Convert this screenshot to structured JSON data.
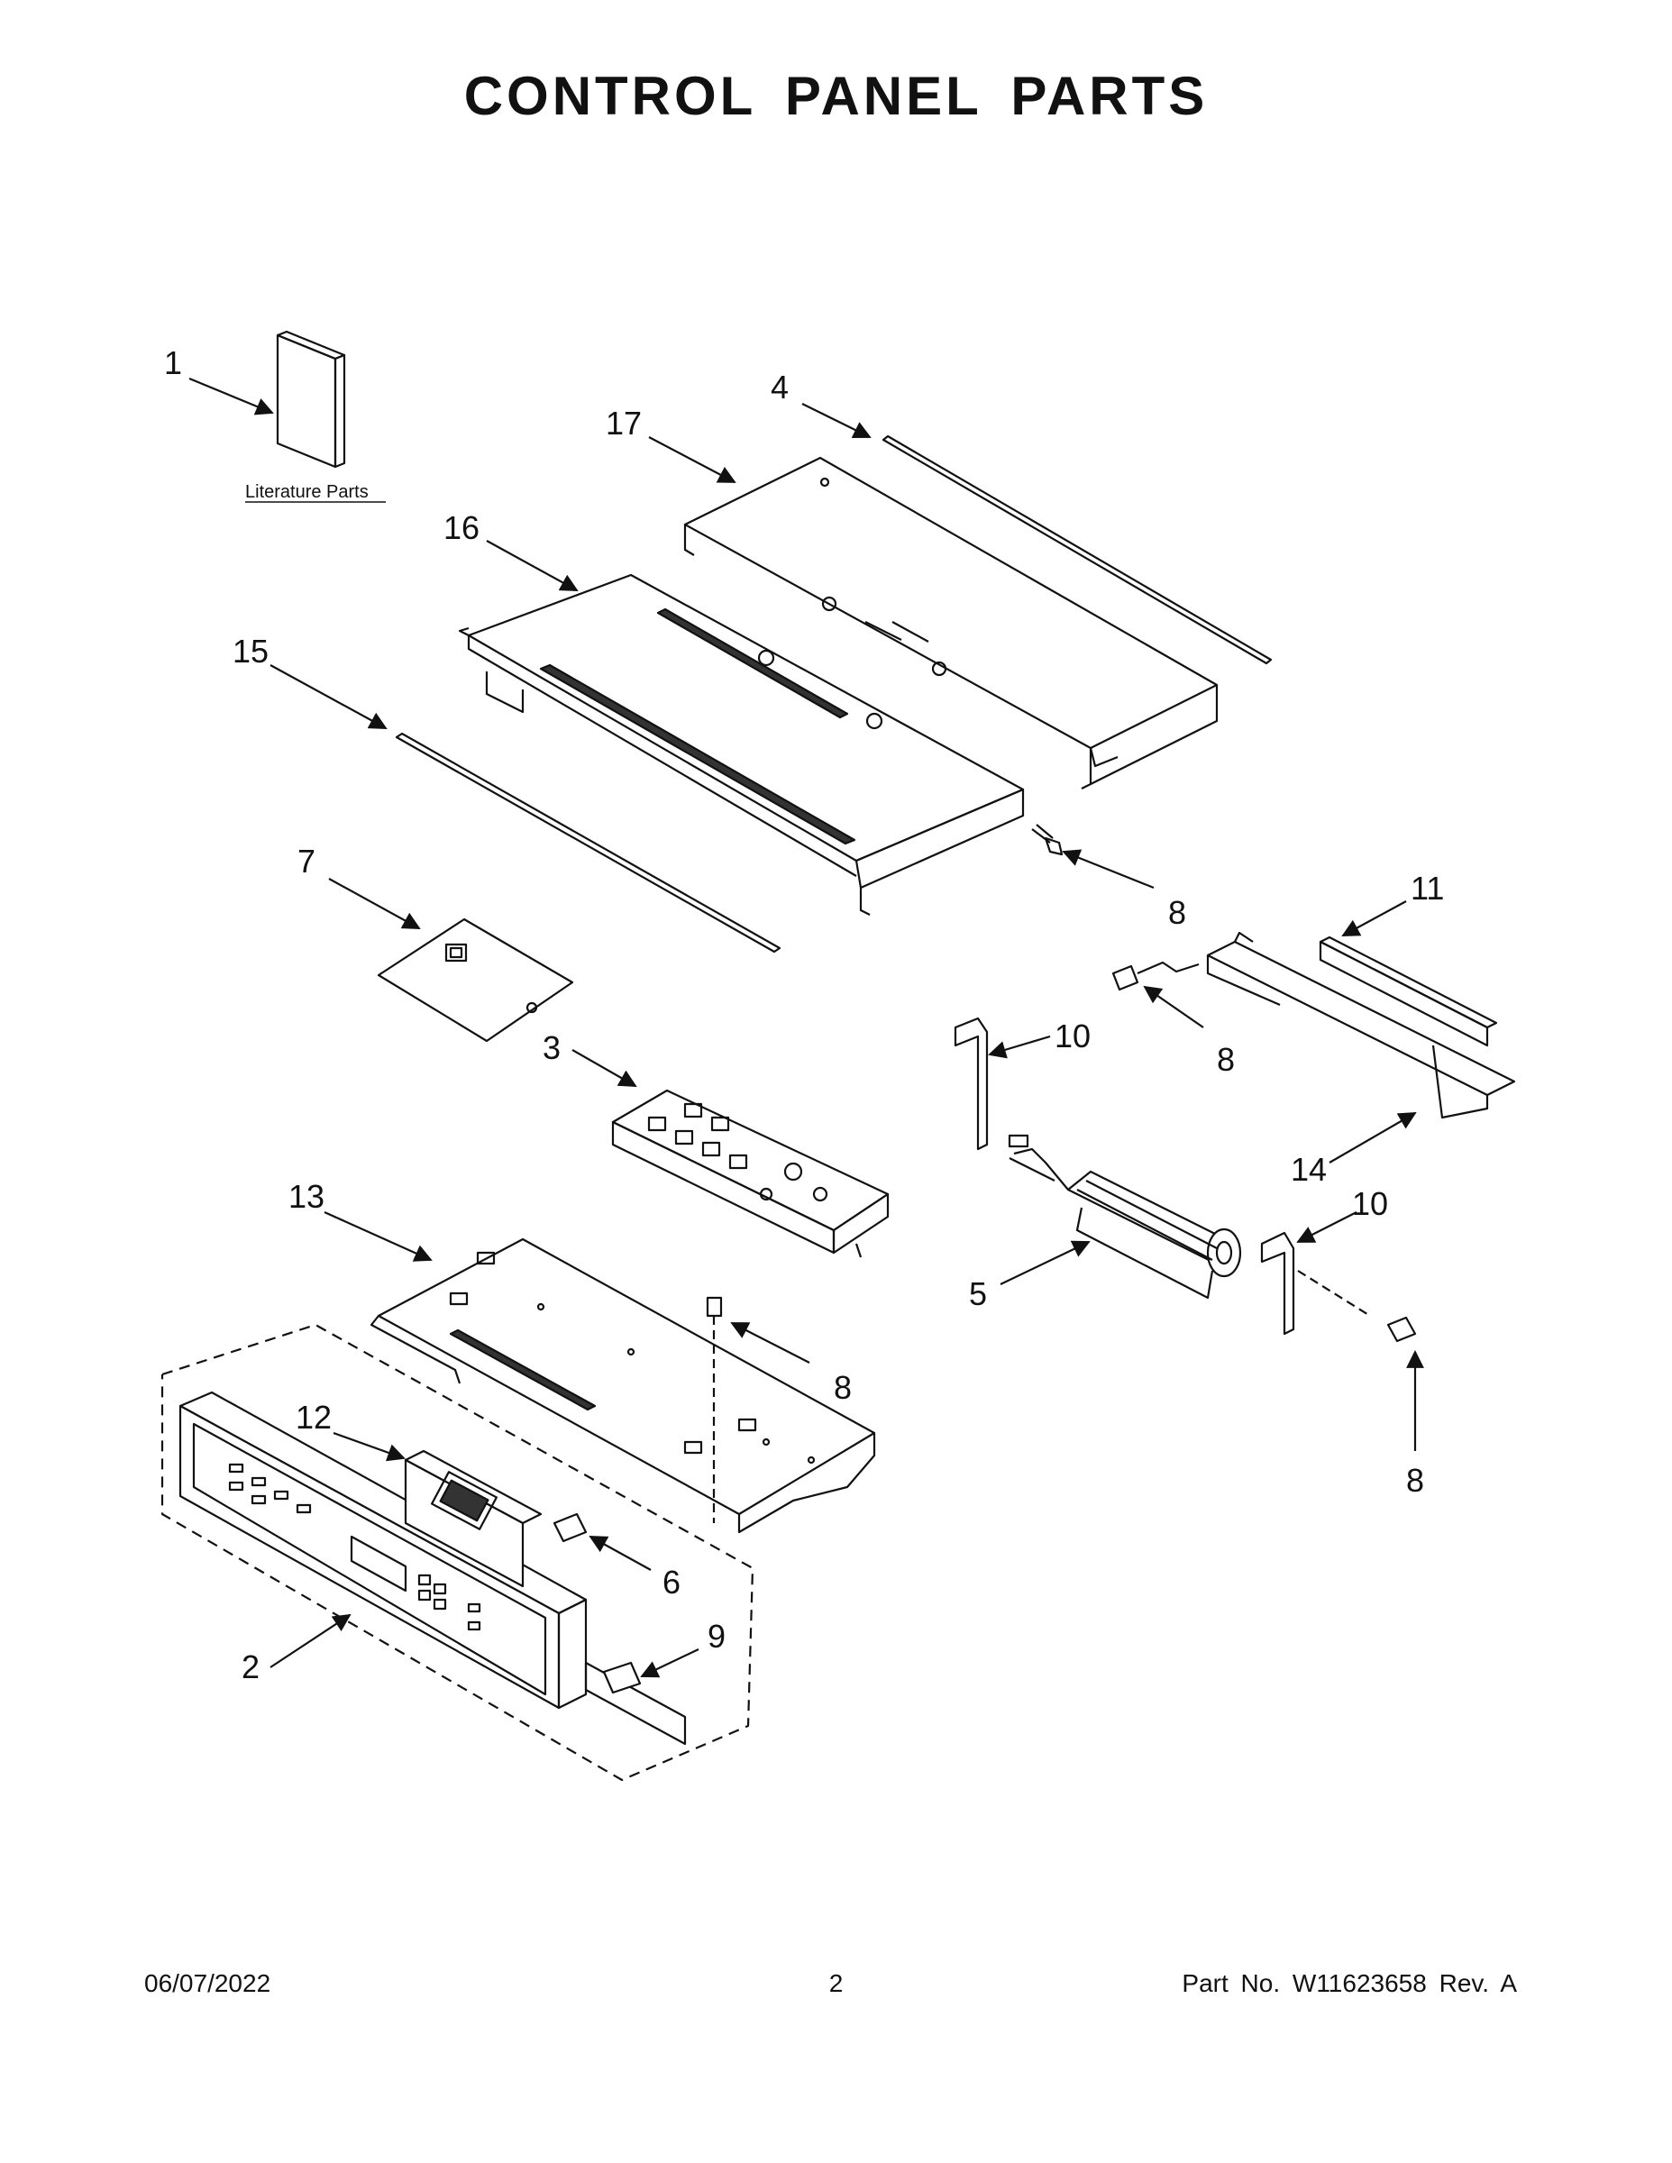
{
  "title": "CONTROL PANEL PARTS",
  "literature_label": "Literature Parts",
  "callouts": [
    "1",
    "2",
    "3",
    "4",
    "5",
    "6",
    "7",
    "8",
    "8",
    "8",
    "8",
    "9",
    "10",
    "10",
    "11",
    "12",
    "13",
    "14",
    "15",
    "16",
    "17"
  ],
  "footer": {
    "date": "06/07/2022",
    "page": "2",
    "part": "Part No.  W11623658   Rev.  A"
  }
}
